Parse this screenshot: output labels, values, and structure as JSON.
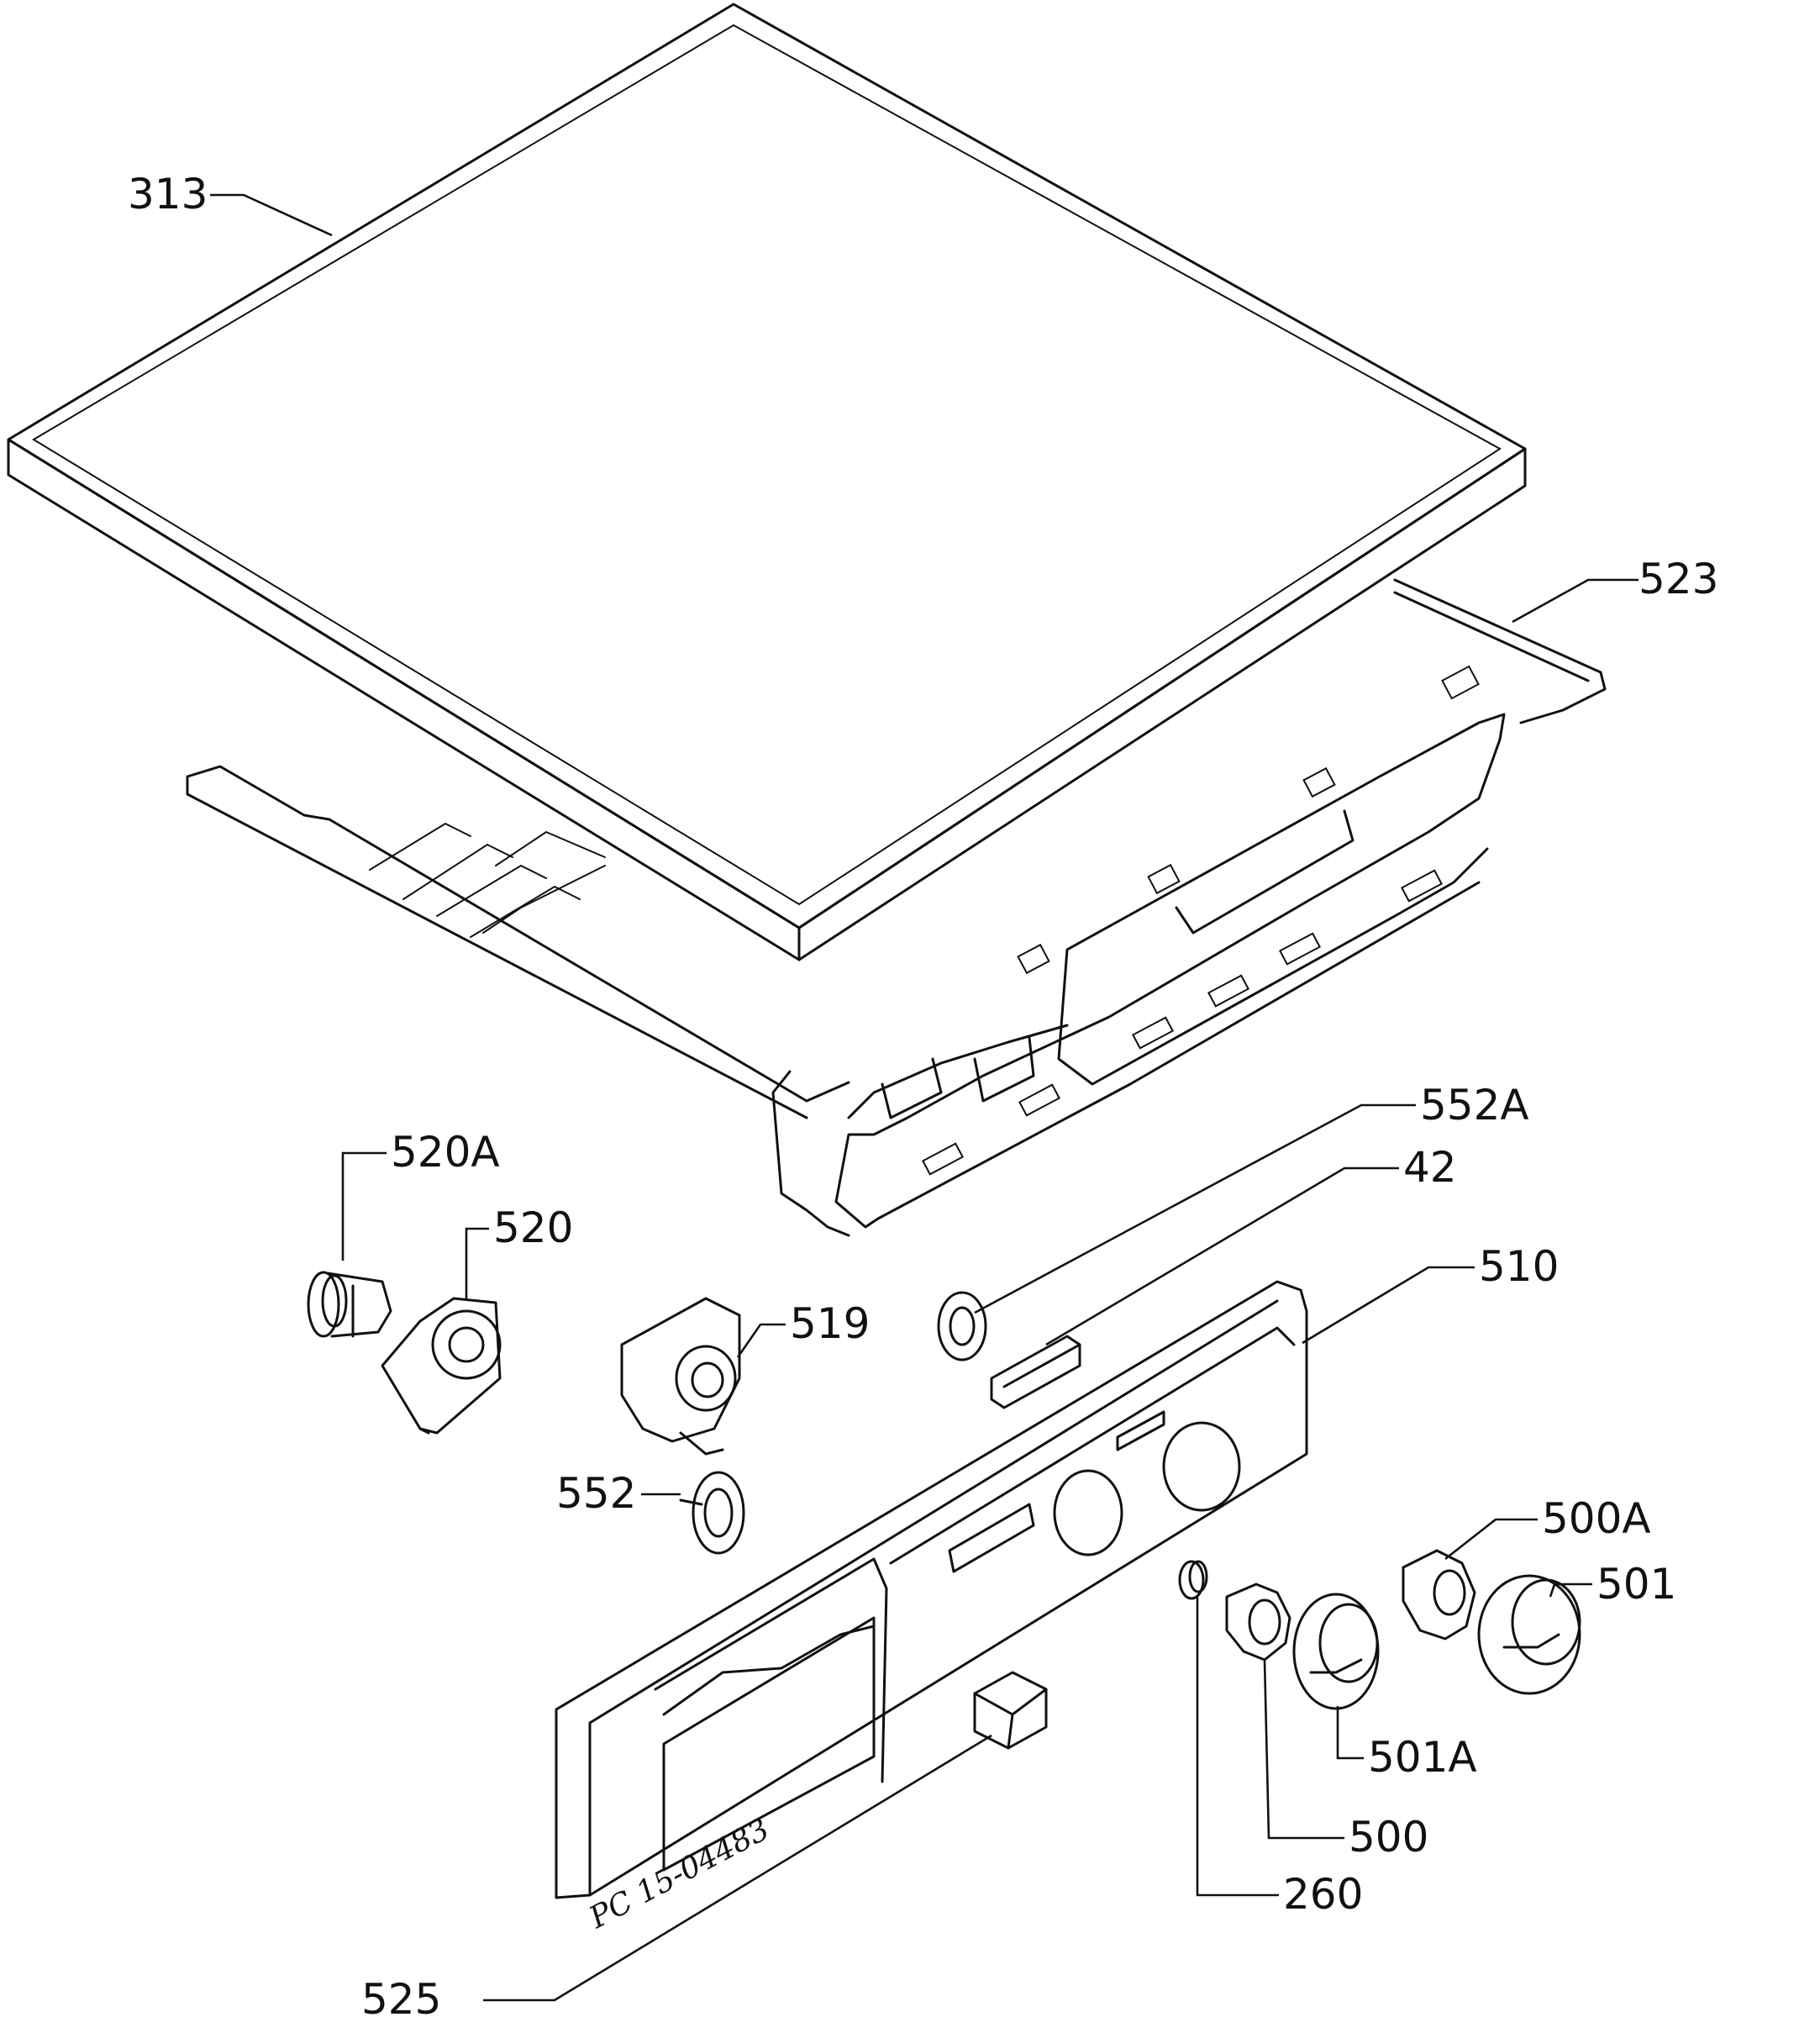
{
  "diagram_type": "exploded parts diagram",
  "document_ref": "PC 15-04483",
  "callouts": [
    {
      "id": "313"
    },
    {
      "id": "523"
    },
    {
      "id": "552A"
    },
    {
      "id": "42"
    },
    {
      "id": "520A"
    },
    {
      "id": "520"
    },
    {
      "id": "510"
    },
    {
      "id": "519"
    },
    {
      "id": "552"
    },
    {
      "id": "500A"
    },
    {
      "id": "501"
    },
    {
      "id": "501A"
    },
    {
      "id": "500"
    },
    {
      "id": "260"
    },
    {
      "id": "525"
    }
  ]
}
